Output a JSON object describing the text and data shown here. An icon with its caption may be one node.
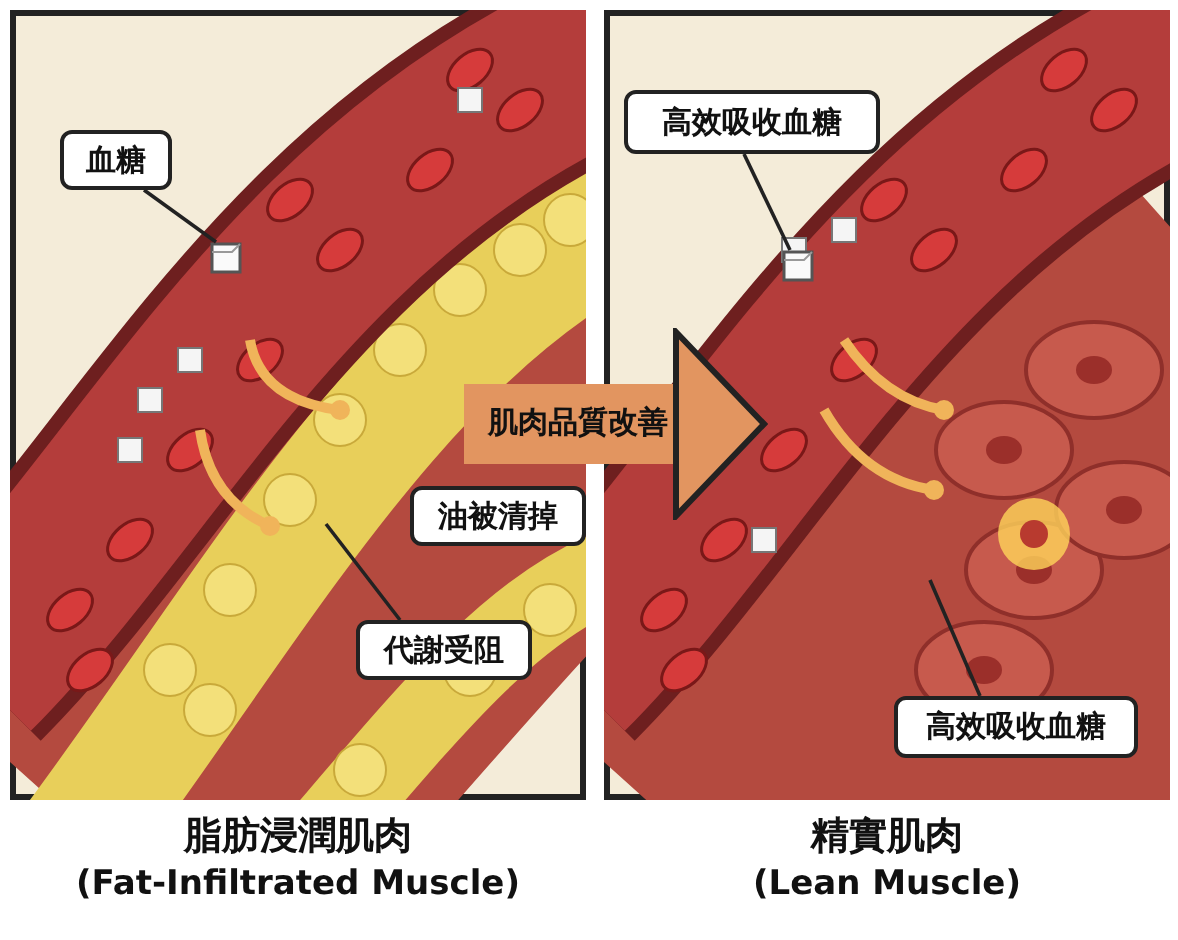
{
  "diagram": {
    "nodes": [
      {
        "text": [
          "脂肪浸潤肌肉",
          "(Fat-Infiltrated Muscle)"
        ]
      },
      {
        "text": [
          "血糖"
        ],
        "in": 0
      },
      {
        "text": [],
        "shape": "picture",
        "in": 0
      },
      {
        "text": [
          "油被清掉"
        ],
        "in": 0
      },
      {
        "text": [
          "代謝受阻"
        ],
        "in": 0
      },
      {
        "text": [
          "精實肌肉",
          "(Lean Muscle)"
        ]
      },
      {
        "text": [
          "高效吸收血糖"
        ],
        "in": 5
      },
      {
        "text": [],
        "shape": "picture",
        "in": 5
      },
      {
        "text": [
          "高效吸收血糖"
        ],
        "in": 5
      }
    ],
    "edges": [
      {
        "from": 0,
        "to": 5,
        "arrow": "to",
        "label": "肌肉品質改善",
        "style": "thick",
        "color": "#e29560"
      },
      {
        "from": 1,
        "to": 2,
        "arrow": "none"
      },
      {
        "from": 4,
        "to": null,
        "arrow": "none"
      },
      {
        "from": 6,
        "to": 7,
        "arrow": "none"
      },
      {
        "from": 8,
        "to": null,
        "arrow": "none"
      }
    ]
  }
}
